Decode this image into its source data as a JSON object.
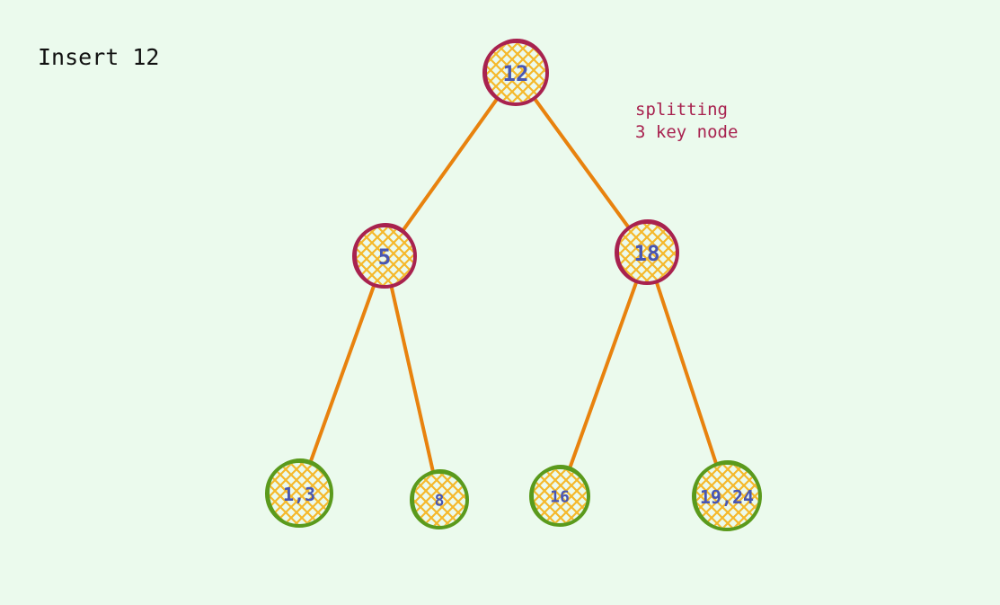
{
  "title": "Insert 12",
  "note": {
    "line1": "splitting",
    "line2": "3 key node"
  },
  "colors": {
    "background": "#ebfaed",
    "edge": "#e8820e",
    "hatch": "#f5b82a",
    "internal_outline": "#a8224f",
    "leaf_outline": "#5a9a1c",
    "label": "#4856b3",
    "note": "#a8224f"
  },
  "nodes": [
    {
      "id": "root",
      "label": "12",
      "kind": "internal"
    },
    {
      "id": "n5",
      "label": "5",
      "kind": "internal"
    },
    {
      "id": "n18",
      "label": "18",
      "kind": "internal"
    },
    {
      "id": "leaf13",
      "label": "1,3",
      "kind": "leaf"
    },
    {
      "id": "leaf8",
      "label": "8",
      "kind": "leaf"
    },
    {
      "id": "leaf16",
      "label": "16",
      "kind": "leaf"
    },
    {
      "id": "leaf1924",
      "label": "19,24",
      "kind": "leaf"
    }
  ],
  "edges": [
    {
      "from": "root",
      "to": "n5"
    },
    {
      "from": "root",
      "to": "n18"
    },
    {
      "from": "n5",
      "to": "leaf13"
    },
    {
      "from": "n5",
      "to": "leaf8"
    },
    {
      "from": "n18",
      "to": "leaf16"
    },
    {
      "from": "n18",
      "to": "leaf1924"
    }
  ]
}
